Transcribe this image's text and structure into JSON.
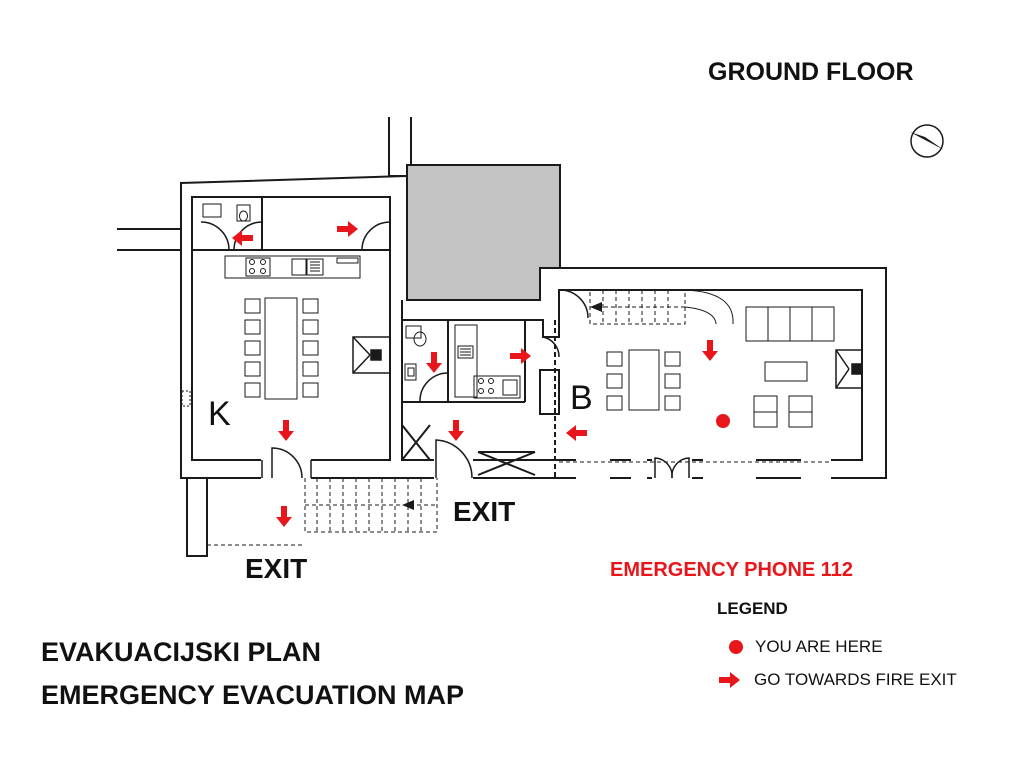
{
  "header": {
    "floor_title": "GROUND FLOOR"
  },
  "rooms": {
    "left_label": "K",
    "right_label": "B"
  },
  "exits": {
    "label_left": "EXIT",
    "label_right": "EXIT"
  },
  "emergency": {
    "phone_text": "EMERGENCY PHONE 112"
  },
  "legend": {
    "title": "LEGEND",
    "you_are_here": "YOU ARE HERE",
    "go_towards_exit": "GO TOWARDS FIRE EXIT"
  },
  "titles": {
    "local": "EVAKUACIJSKI PLAN",
    "english": "EMERGENCY EVACUATION MAP"
  },
  "colors": {
    "accent": "#e8161b",
    "wall_fill": "#ffffff",
    "wall_stroke": "#1a1a1a",
    "shaded_area": "#c3c3c3"
  },
  "icons": {
    "compass": "north-arrow-icon",
    "evac_arrow": "red-arrow-icon",
    "you_are_here": "red-dot-icon"
  }
}
